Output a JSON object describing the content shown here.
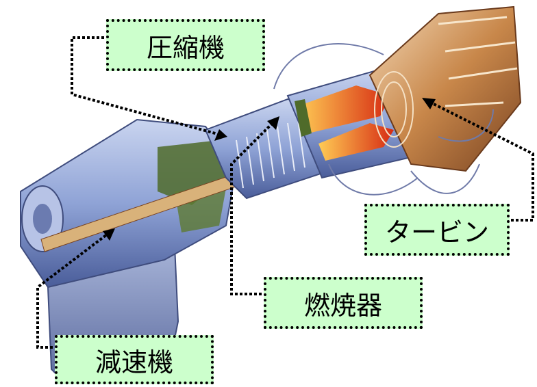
{
  "labels": {
    "compressor": "圧縮機",
    "turbine": "タービン",
    "combustor": "燃焼器",
    "reducer": "減速機"
  },
  "colors": {
    "label_bg": "#ccffcc",
    "leader": "#000000",
    "casing": "#8fa3d6",
    "casing_dark": "#4a5d9a",
    "green": "#4f6b2a",
    "flame": "#e0401a",
    "copper": "#c8874a"
  }
}
